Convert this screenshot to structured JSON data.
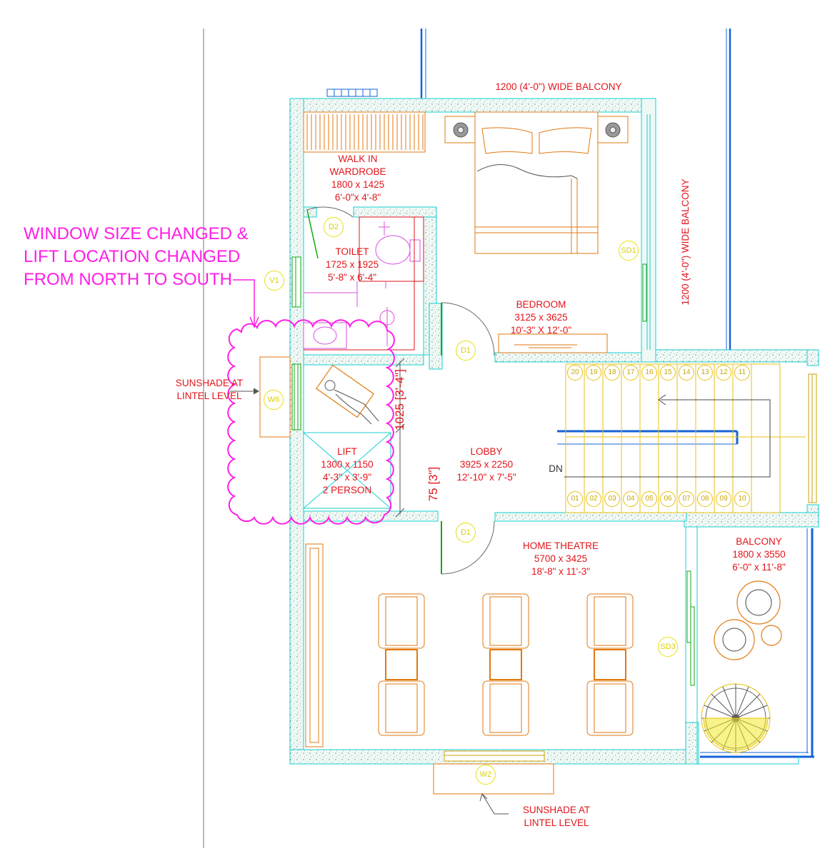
{
  "colors": {
    "wall_fill": "#ecf9f6",
    "wall_outline": "#18cfd0",
    "furniture": "#e07a12",
    "text": "#e3141b",
    "revision": "#ff1ee6",
    "tag": "#e8e010",
    "balcony_rail": "#1463d8",
    "door": "#11aa11"
  },
  "rooms": {
    "wardrobe": {
      "line1": "WALK IN",
      "line2": "WARDROBE",
      "line3": "1800 x 1425",
      "line4": "6'-0\"x 4'-8\""
    },
    "toilet": {
      "line1": "TOILET",
      "line2": "1725 x 1925",
      "line3": "5'-8\" x 6'-4\""
    },
    "bedroom": {
      "line1": "BEDROOM",
      "line2": "3125 x 3625",
      "line3": "10'-3\" X 12'-0\""
    },
    "lift": {
      "line1": "LIFT",
      "line2": "1300 x 1150",
      "line3": "4'-3\" x 3'-9\"",
      "line4": "2 PERSON"
    },
    "lobby": {
      "line1": "LOBBY",
      "line2": "3925 x 2250",
      "line3": "12'-10\" x 7'-5\""
    },
    "theatre": {
      "line1": "HOME THEATRE",
      "line2": "5700 x 3425",
      "line3": "18'-8\" x 11'-3\""
    },
    "balcony": {
      "line1": "BALCONY",
      "line2": "1800 x 3550",
      "line3": "6'-0\" x 11'-8\""
    }
  },
  "balconies": {
    "top": "1200 (4'-0\") WIDE BALCONY",
    "right": "1200 (4'-0\") WIDE BALCONY"
  },
  "sunshades": {
    "left": {
      "line1": "SUNSHADE AT",
      "line2": "LINTEL LEVEL"
    },
    "bottom": {
      "line1": "SUNSHADE AT",
      "line2": "LINTEL LEVEL"
    }
  },
  "revision_note": {
    "line1": "WINDOW SIZE CHANGED &",
    "line2": "LIFT LOCATION CHANGED",
    "line3": "FROM NORTH TO SOUTH"
  },
  "dimensions": {
    "vertical_upper": "1025 [3'-4\"]",
    "vertical_lower": "75 [3\"]"
  },
  "stair_label": "DN",
  "tags": {
    "d2": "D2",
    "v1": "V1",
    "sd1": "SD1",
    "d1_upper": "D1",
    "w6": "W6",
    "d1_lower": "D1",
    "sd3": "SD3",
    "w2": "W2"
  },
  "stair_steps_top": [
    "20",
    "19",
    "18",
    "17",
    "16",
    "15",
    "14",
    "13",
    "12",
    "11"
  ],
  "stair_steps_bottom": [
    "01",
    "02",
    "03",
    "04",
    "05",
    "06",
    "07",
    "08",
    "09",
    "10"
  ]
}
